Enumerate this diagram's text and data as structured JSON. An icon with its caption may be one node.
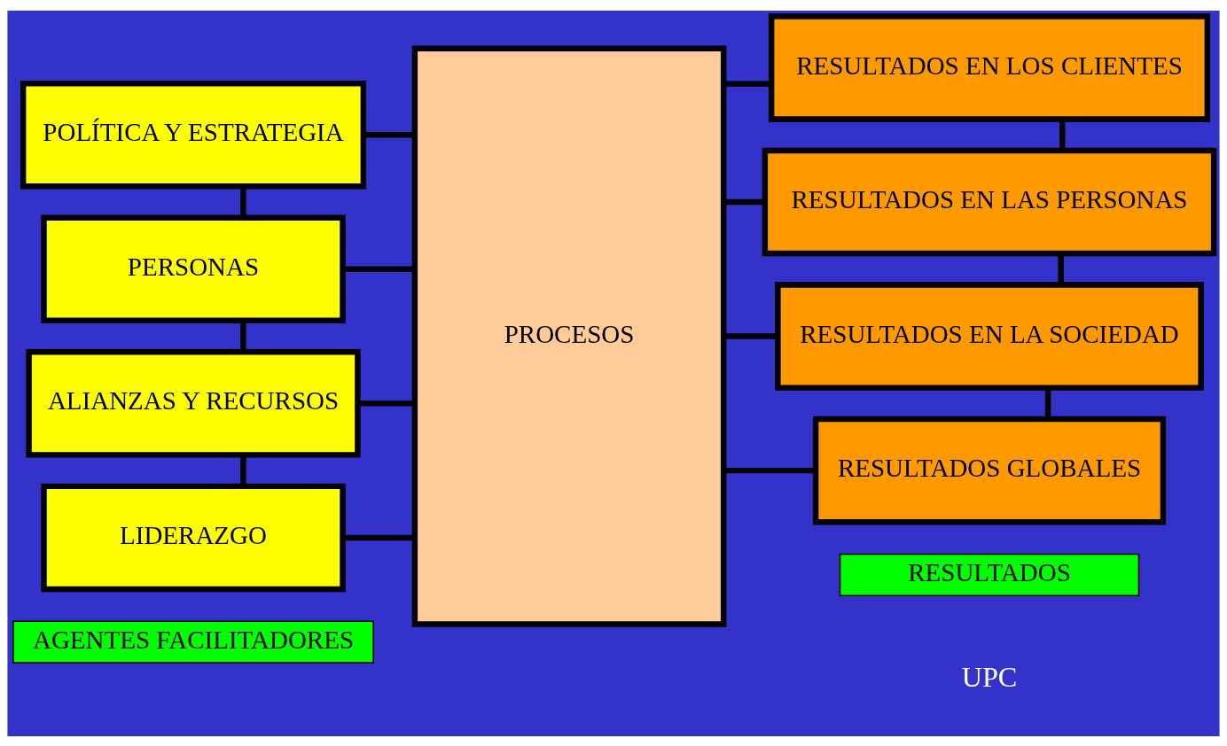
{
  "diagram": {
    "nodes": [
      {
        "text": [
          "POLÍTICA Y ESTRATEGIA"
        ]
      },
      {
        "text": [
          "PERSONAS"
        ]
      },
      {
        "text": [
          "ALIANZAS Y RECURSOS"
        ]
      },
      {
        "text": [
          "LIDERAZGO"
        ]
      },
      {
        "text": [
          "PROCESOS"
        ]
      },
      {
        "text": [
          "RESULTADOS EN LOS CLIENTES"
        ]
      },
      {
        "text": [
          "RESULTADOS EN LAS PERSONAS"
        ]
      },
      {
        "text": [
          "RESULTADOS EN LA SOCIEDAD"
        ]
      },
      {
        "text": [
          "RESULTADOS GLOBALES"
        ]
      },
      {
        "text": [
          "AGENTES FACILITADORES"
        ]
      },
      {
        "text": [
          "RESULTADOS"
        ]
      }
    ],
    "edges": [
      {
        "from": 0,
        "to": 1,
        "arrow": "none"
      },
      {
        "from": 1,
        "to": 2,
        "arrow": "none"
      },
      {
        "from": 2,
        "to": 3,
        "arrow": "none"
      },
      {
        "from": 0,
        "to": 4,
        "arrow": "none"
      },
      {
        "from": 1,
        "to": 4,
        "arrow": "none"
      },
      {
        "from": 2,
        "to": 4,
        "arrow": "none"
      },
      {
        "from": 3,
        "to": 4,
        "arrow": "none"
      },
      {
        "from": 4,
        "to": 5,
        "arrow": "none"
      },
      {
        "from": 4,
        "to": 6,
        "arrow": "none"
      },
      {
        "from": 4,
        "to": 7,
        "arrow": "none"
      },
      {
        "from": 4,
        "to": 8,
        "arrow": "none"
      },
      {
        "from": 5,
        "to": 6,
        "arrow": "none"
      },
      {
        "from": 6,
        "to": 7,
        "arrow": "none"
      },
      {
        "from": 7,
        "to": 8,
        "arrow": "none"
      }
    ],
    "labels": [
      "UPC"
    ]
  }
}
